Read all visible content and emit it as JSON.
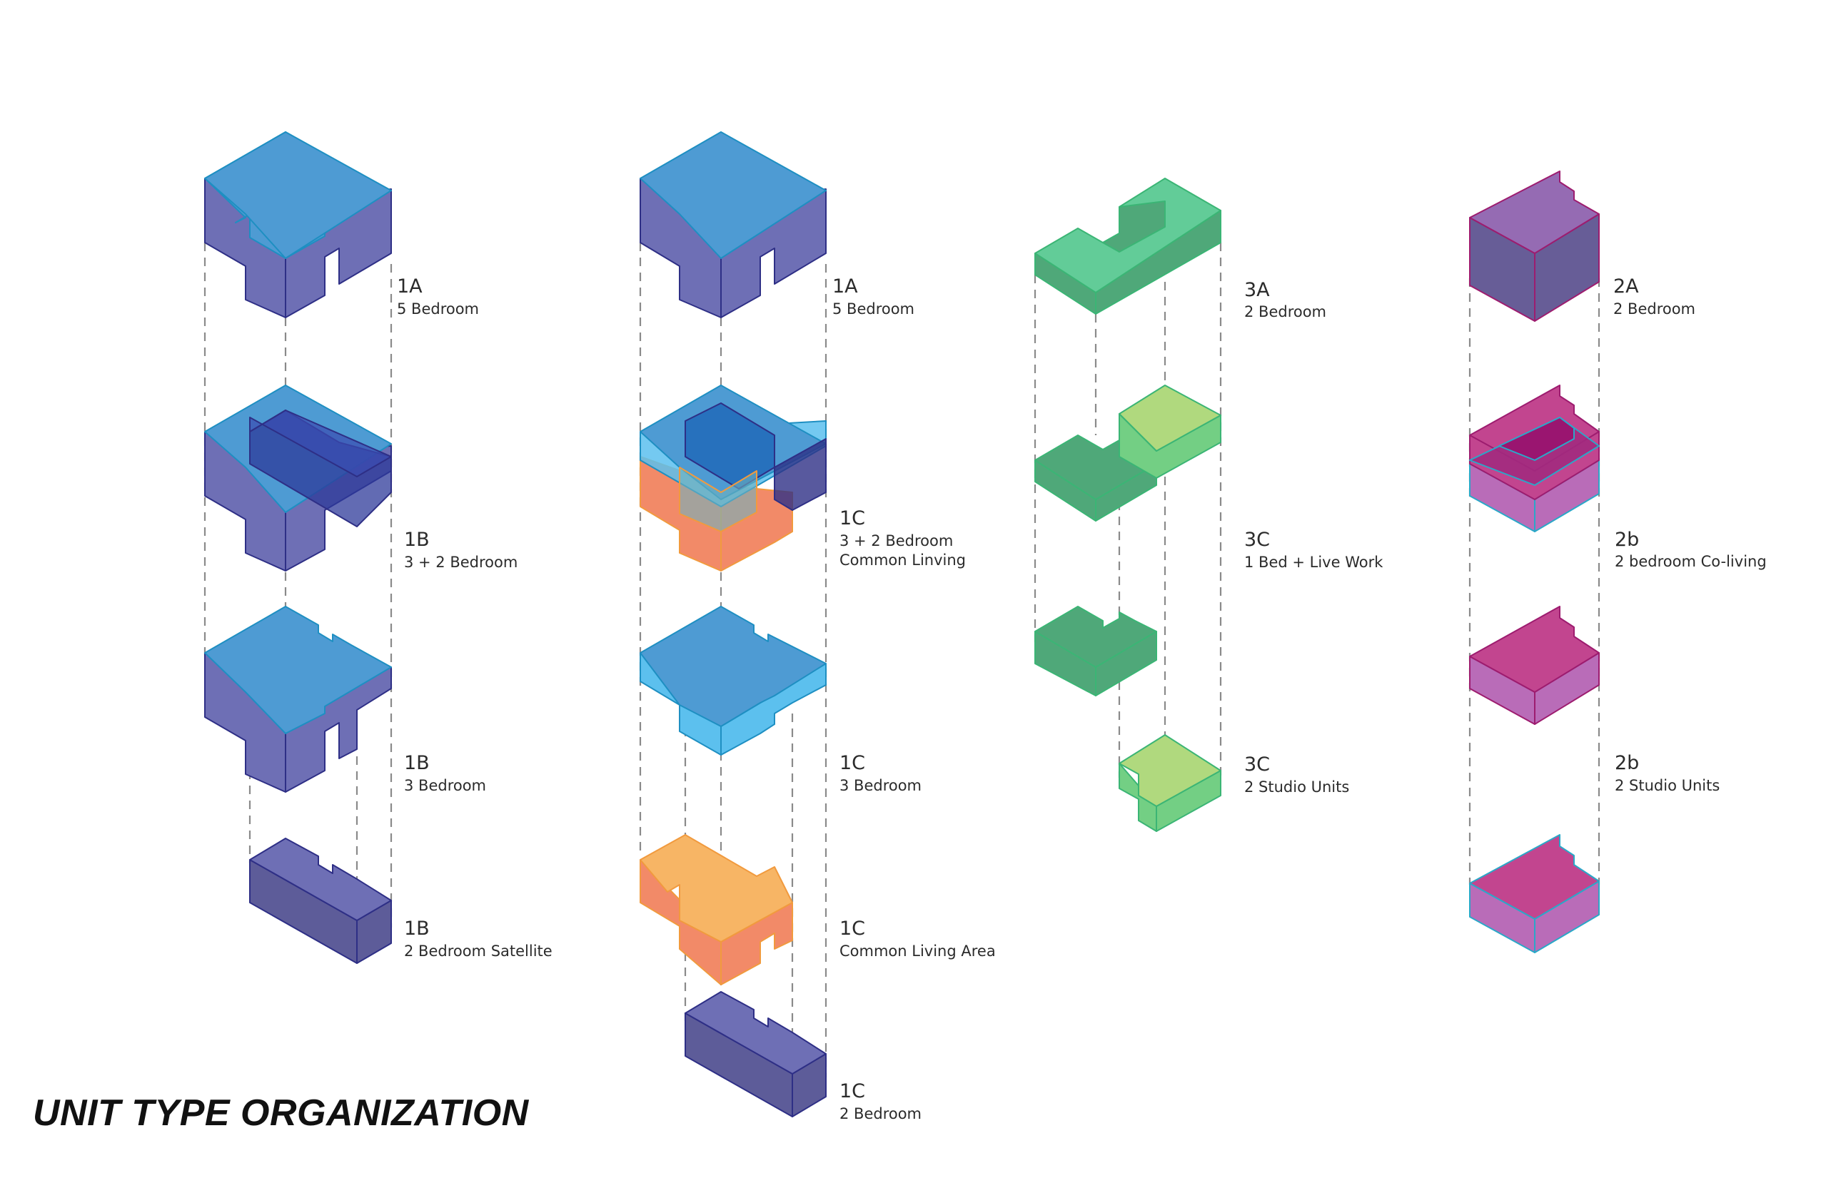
{
  "title": "UNIT TYPE ORGANIZATION",
  "colors": {
    "blue_top": "#4E9BD3",
    "purple_side": "#6E6FB5",
    "navy_outline": "#2E2F86",
    "cyan": "#5CC0EE",
    "orange_top": "#F7B565",
    "orange_side": "#F28A68",
    "green_top": "#62CC98",
    "green_side": "#4FA879",
    "light_green": "#B0D97E",
    "plum_top": "#956BB3",
    "plum_side": "#675D97",
    "magenta_top": "#C2458F",
    "magenta_side": "#B96CB8"
  },
  "columns": [
    {
      "labels": [
        {
          "code": "1A",
          "desc": "5 Bedroom"
        },
        {
          "code": "1B",
          "desc": "3 + 2 Bedroom"
        },
        {
          "code": "1B",
          "desc": "3 Bedroom"
        },
        {
          "code": "1B",
          "desc": "2 Bedroom Satellite"
        }
      ]
    },
    {
      "labels": [
        {
          "code": "1A",
          "desc": "5 Bedroom"
        },
        {
          "code": "1C",
          "desc": "3 + 2 Bedroom",
          "desc2": "Common Linving"
        },
        {
          "code": "1C",
          "desc": "3 Bedroom"
        },
        {
          "code": "1C",
          "desc": "Common Living Area"
        },
        {
          "code": "1C",
          "desc": "2 Bedroom"
        }
      ]
    },
    {
      "labels": [
        {
          "code": "3A",
          "desc": "2 Bedroom"
        },
        {
          "code": "3C",
          "desc": "1 Bed + Live Work"
        },
        {
          "code": "3C",
          "desc": "2 Studio Units"
        }
      ]
    },
    {
      "labels": [
        {
          "code": "2A",
          "desc": "2 Bedroom"
        },
        {
          "code": "2b",
          "desc": "2 bedroom Co-living"
        },
        {
          "code": "2b",
          "desc": "2 Studio Units"
        }
      ]
    }
  ]
}
